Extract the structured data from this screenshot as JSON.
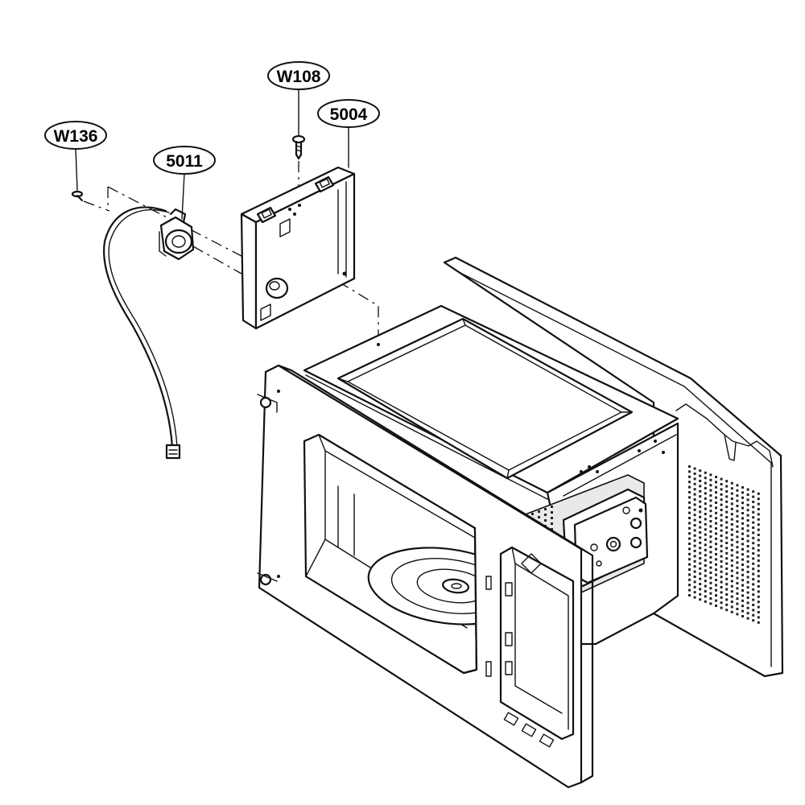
{
  "callouts": {
    "w136": "W136",
    "c5011": "5011",
    "w108": "W108",
    "c5004": "5004"
  },
  "colors": {
    "line": "#111111",
    "background": "#ffffff",
    "shade": "#e9e9e9"
  }
}
